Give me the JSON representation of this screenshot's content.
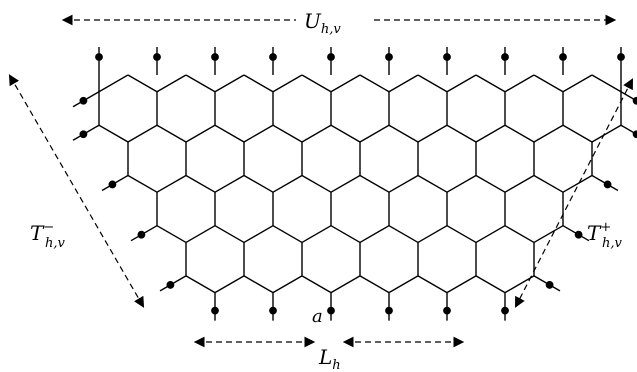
{
  "labels": {
    "top": {
      "main": "U",
      "sub": "h,v"
    },
    "left": {
      "main": "T",
      "sup": "−",
      "sub": "h,v"
    },
    "right": {
      "main": "T",
      "sup": "+",
      "sub": "h,v"
    },
    "bottom": {
      "main": "L",
      "sub": "h"
    },
    "vertex": "a"
  },
  "lattice": {
    "row_hex_counts": [
      9,
      8,
      7,
      6
    ],
    "line_color": "#000000"
  }
}
